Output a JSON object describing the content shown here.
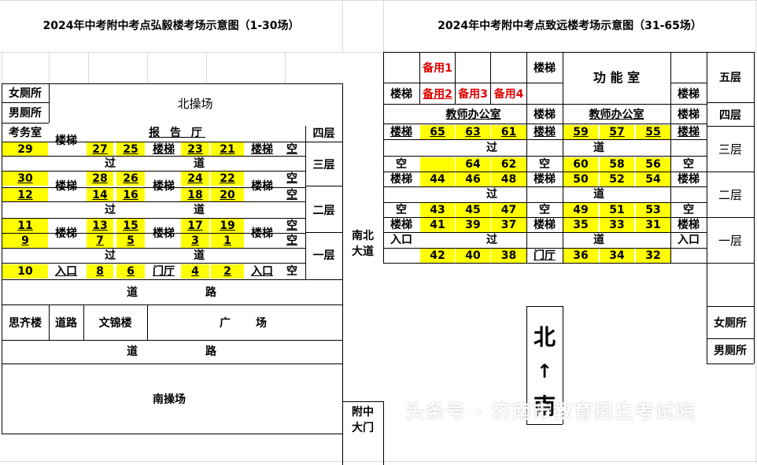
{
  "left": {
    "title": "2024年中考附中考点弘毅楼考场示意图（1-30场）",
    "womens_restroom": "女厕所",
    "mens_restroom": "男厕所",
    "north_field": "北操场",
    "exam_office": "考务室",
    "stairs": "楼梯",
    "report_hall": "报 告 厅",
    "floor4": "四层",
    "floor3": "三层",
    "floor2": "二层",
    "floor1": "一层",
    "empty": "空",
    "corridor1": "过",
    "corridor2": "道",
    "entrance": "入口",
    "lobby": "门厅",
    "road1": "道",
    "road2": "路",
    "siqi": "思齐楼",
    "road": "道路",
    "wenjin": "文锦楼",
    "square1": "广",
    "square2": "场",
    "south_field": "南操场",
    "rooms": {
      "r29": "29",
      "r27": "27",
      "r25": "25",
      "r23": "23",
      "r21": "21",
      "r30": "30",
      "r28": "28",
      "r26": "26",
      "r24": "24",
      "r22": "22",
      "r12": "12",
      "r14": "14",
      "r16": "16",
      "r18": "18",
      "r20": "20",
      "r11": "11",
      "r13": "13",
      "r15": "15",
      "r17": "17",
      "r19": "19",
      "r9": "9",
      "r7": "7",
      "r5": "5",
      "r3": "3",
      "r1": "1",
      "r10": "10",
      "r8": "8",
      "r6": "6",
      "r4": "4",
      "r2": "2"
    }
  },
  "middle": {
    "ns_avenue_1": "南北",
    "ns_avenue_2": "大道",
    "gate_1": "附中",
    "gate_2": "大门"
  },
  "right": {
    "title": "2024年中考附中考点致远楼考场示意图（31-65场）",
    "spare1": "备用1",
    "spare2": "备用2",
    "spare3": "备用3",
    "spare4": "备用4",
    "stairs": "楼梯",
    "function_room": "功 能 室",
    "floor5": "五层",
    "floor4": "四层",
    "floor3": "三层",
    "floor2": "二层",
    "floor1": "一层",
    "teacher_office": "教师办公室",
    "empty": "空",
    "corridor1": "过",
    "corridor2": "道",
    "entrance": "入口",
    "lobby": "门厅",
    "womens_restroom": "女厕所",
    "mens_restroom": "男厕所",
    "north": "北",
    "arrow": "↑",
    "south": "南",
    "rooms": {
      "r65": "65",
      "r63": "63",
      "r61": "61",
      "r59": "59",
      "r57": "57",
      "r55": "55",
      "r64": "64",
      "r62": "62",
      "r60": "60",
      "r58": "58",
      "r56": "56",
      "r44": "44",
      "r46": "46",
      "r48": "48",
      "r50": "50",
      "r52": "52",
      "r54": "54",
      "r43": "43",
      "r45": "45",
      "r47": "47",
      "r49": "49",
      "r51": "51",
      "r53": "53",
      "r41": "41",
      "r39": "39",
      "r37": "37",
      "r35": "35",
      "r33": "33",
      "r31": "31",
      "r42": "42",
      "r40": "40",
      "r38": "38",
      "r36": "36",
      "r34": "34",
      "r32": "32"
    }
  },
  "watermark": "头条号 · 济南市教育招生考试院"
}
